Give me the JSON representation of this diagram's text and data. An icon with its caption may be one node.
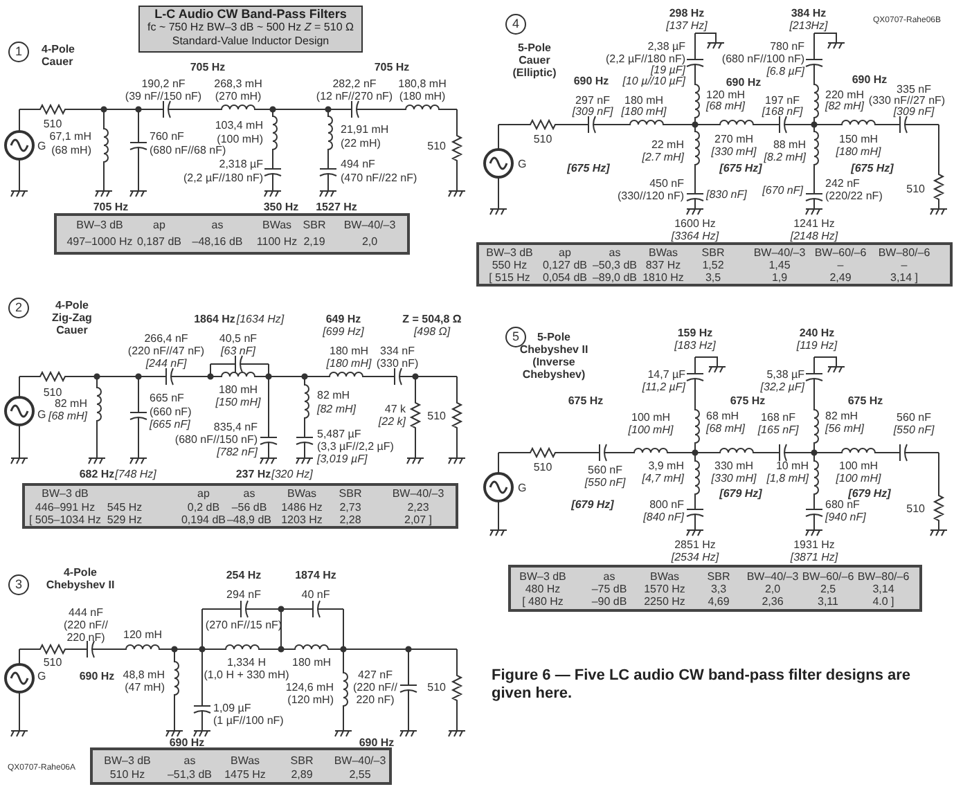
{
  "diagram": {
    "caption": "Figure 6 — Five LC audio CW band-pass filter designs are given here.",
    "nodes": [
      {
        "text": [
          "L-C Audio CW Band-Pass Filters",
          "fc ~ 750 Hz   BW–3 dB ~ 500 Hz   *Z* = 510 Ω",
          "Standard-Value Inductor Design"
        ]
      },
      {
        "text": [
          "1"
        ],
        "beside": [
          "4-Pole Cauer"
        ]
      },
      {
        "text": [
          "2"
        ],
        "beside": [
          "4-Pole Zig-Zag Cauer"
        ]
      },
      {
        "text": [
          "3"
        ],
        "beside": [
          "4-Pole Chebyshev II"
        ]
      },
      {
        "text": [
          "4"
        ],
        "beside": [
          "5-Pole Cauer (Elliptic)"
        ]
      },
      {
        "text": [
          "5"
        ],
        "beside": [
          "5-Pole Chebyshev II (Inverse Chebyshev)"
        ]
      }
    ],
    "labels": [
      "705 Hz",
      "705 Hz",
      "190,2 nF",
      "268,3 mH",
      "282,2 nF",
      "180,8 mH",
      "(39 nF//150 nF)",
      "(270 mH)",
      "(12 nF//270 nF)",
      "(180 mH)",
      "510",
      "G",
      "67,1 mH",
      "(68 mH)",
      "760 nF",
      "(680 nF//68 nF)",
      "103,4 mH",
      "(100 mH)",
      "2,318 µF",
      "(2,2 µF//180 nF)",
      "21,91 mH",
      "(22 mH)",
      "494 nF",
      "(470 nF//22 nF)",
      "510",
      "705 Hz",
      "350 Hz",
      "1527 Hz",
      "BW–3 dB",
      "ap",
      "as",
      "BWas",
      "SBR",
      "BW–40/–3",
      "497–1000 Hz",
      "0,187 dB",
      "–48,16 dB",
      "1100 Hz",
      "2,19",
      "2,0",
      "1864 Hz",
      "[1634 Hz]",
      "649 Hz",
      "[699 Hz]",
      "Z = 504,8 Ω",
      "[498 Ω]",
      "266,4 nF",
      "40,5 nF",
      "(220 nF//47 nF)",
      "[63 nF]",
      "180 mH",
      "334 nF",
      "[244 nF]",
      "[180 mH]",
      "(330 nF)",
      "510",
      "G",
      "82 mH",
      "[68 mH]",
      "665 nF",
      "(660 nF)",
      "[665 nF]",
      "180 mH",
      "[150 mH]",
      "82 mH",
      "[82 mH]",
      "835,4 nF",
      "(680 nF//150 nF)",
      "[782 nF]",
      "5,487 µF",
      "(3,3 µF//2,2 µF)",
      "[3,019 µF]",
      "47 k",
      "[22 k]",
      "510",
      "682 Hz",
      "[748 Hz]",
      "237 Hz",
      "[320 Hz]",
      "BW–3 dB",
      "ap",
      "as",
      "BWas",
      "SBR",
      "BW–40/–3",
      "446–991 Hz",
      "545 Hz",
      "0,2 dB",
      "–56 dB",
      "1486 Hz",
      "2,73",
      "2,23",
      "[ 505–1034 Hz",
      "529 Hz",
      "0,194 dB",
      "–48,9 dB",
      "1203 Hz",
      "2,28",
      "2,07 ]",
      "254 Hz",
      "1874 Hz",
      "294 nF",
      "40 nF",
      "444 nF",
      "(220 nF// 220 nF)",
      "(270 nF//15 nF)",
      "120 mH",
      "510",
      "1,334 H",
      "180 mH",
      "G",
      "690 Hz",
      "48,8 mH",
      "(1,0 H + 330 mH)",
      "427 nF",
      "(47 mH)",
      "124,6 mH",
      "(220 nF// 220 nF)",
      "510",
      "(120 mH)",
      "1,09 µF",
      "(1 µF//100 nF)",
      "690 Hz",
      "690 Hz",
      "QX0707-Rahe06A",
      "BW–3 dB",
      "as",
      "BWas",
      "SBR",
      "BW–40/–3",
      "510 Hz",
      "–51,3 dB",
      "1475 Hz",
      "2,89",
      "2,55",
      "298 Hz",
      "[137 Hz]",
      "384 Hz",
      "[213Hz]",
      "QX0707-Rahe06B",
      "2,38 µF",
      "(2,2 µF//180 nF)",
      "[19 µF]",
      "[10 µ//10 µF]",
      "780 nF",
      "(680 nF//100 nF)",
      "[6.8 µF]",
      "690 Hz",
      "690 Hz",
      "690 Hz",
      "120 mH",
      "[68 mH]",
      "220 mH",
      "[82 mH]",
      "297 nF",
      "[309 nF]",
      "180 mH",
      "[180 mH]",
      "197 nF",
      "[168 nF]",
      "335 nF",
      "(330 nF//27 nF)",
      "[309 nF]",
      "510",
      "G",
      "270 mH",
      "[330 mH]",
      "150 mH",
      "[180 mH]",
      "22 mH",
      "[2.7 mH]",
      "88 mH",
      "[8.2 mH]",
      "[675 Hz]",
      "[675 Hz]",
      "[675 Hz]",
      "450 nF",
      "(330//120 nF)",
      "[830 nF]",
      "[670 nF]",
      "242 nF",
      "(220/22 nF)",
      "510",
      "1600 Hz",
      "[3364 Hz]",
      "1241 Hz",
      "[2148 Hz]",
      "BW–3 dB",
      "ap",
      "as",
      "BWas",
      "SBR",
      "BW–40/–3",
      "BW–60/–6",
      "BW–80/–6",
      "550 Hz",
      "0,127 dB",
      "–50,3 dB",
      "837 Hz",
      "1,52",
      "1,45",
      "–",
      "–",
      "[ 515 Hz",
      "0,054 dB",
      "–89,0 dB",
      "1810 Hz",
      "3,5",
      "1,9",
      "2,49",
      "3,14 ]",
      "159 Hz",
      "[183 Hz]",
      "240 Hz",
      "[119 Hz]",
      "14,7 µF",
      "[11,2 µF]",
      "5,38 µF",
      "[32,2 µF]",
      "675 Hz",
      "675 Hz",
      "675 Hz",
      "68 mH",
      "[68 mH]",
      "82 mH",
      "[56 mH]",
      "100 mH",
      "[100 mH]",
      "168 nF",
      "[165 nF]",
      "560 nF",
      "[550 nF]",
      "510",
      "560 nF",
      "[550 nF]",
      "330 mH",
      "[330 mH]",
      "100 mH",
      "[100 mH]",
      "3,9 mH",
      "[4,7 mH]",
      "10 mH",
      "[1,8 mH]",
      "G",
      "[679 Hz]",
      "[679 Hz]",
      "[679 Hz]",
      "800 nF",
      "[840 nF]",
      "680 nF",
      "[940 nF]",
      "510",
      "2851 Hz",
      "[2534 Hz]",
      "1931 Hz",
      "[3871 Hz]",
      "BW–3 dB",
      "as",
      "BWas",
      "SBR",
      "BW–40/–3",
      "BW–60/–6",
      "BW–80/–6",
      "480 Hz",
      "–75 dB",
      "1570 Hz",
      "3,3",
      "2,0",
      "2,5",
      "3,14",
      "[ 480 Hz",
      "–90 dB",
      "2250 Hz",
      "4,69",
      "2,36",
      "3,11",
      "4.0 ]"
    ]
  }
}
